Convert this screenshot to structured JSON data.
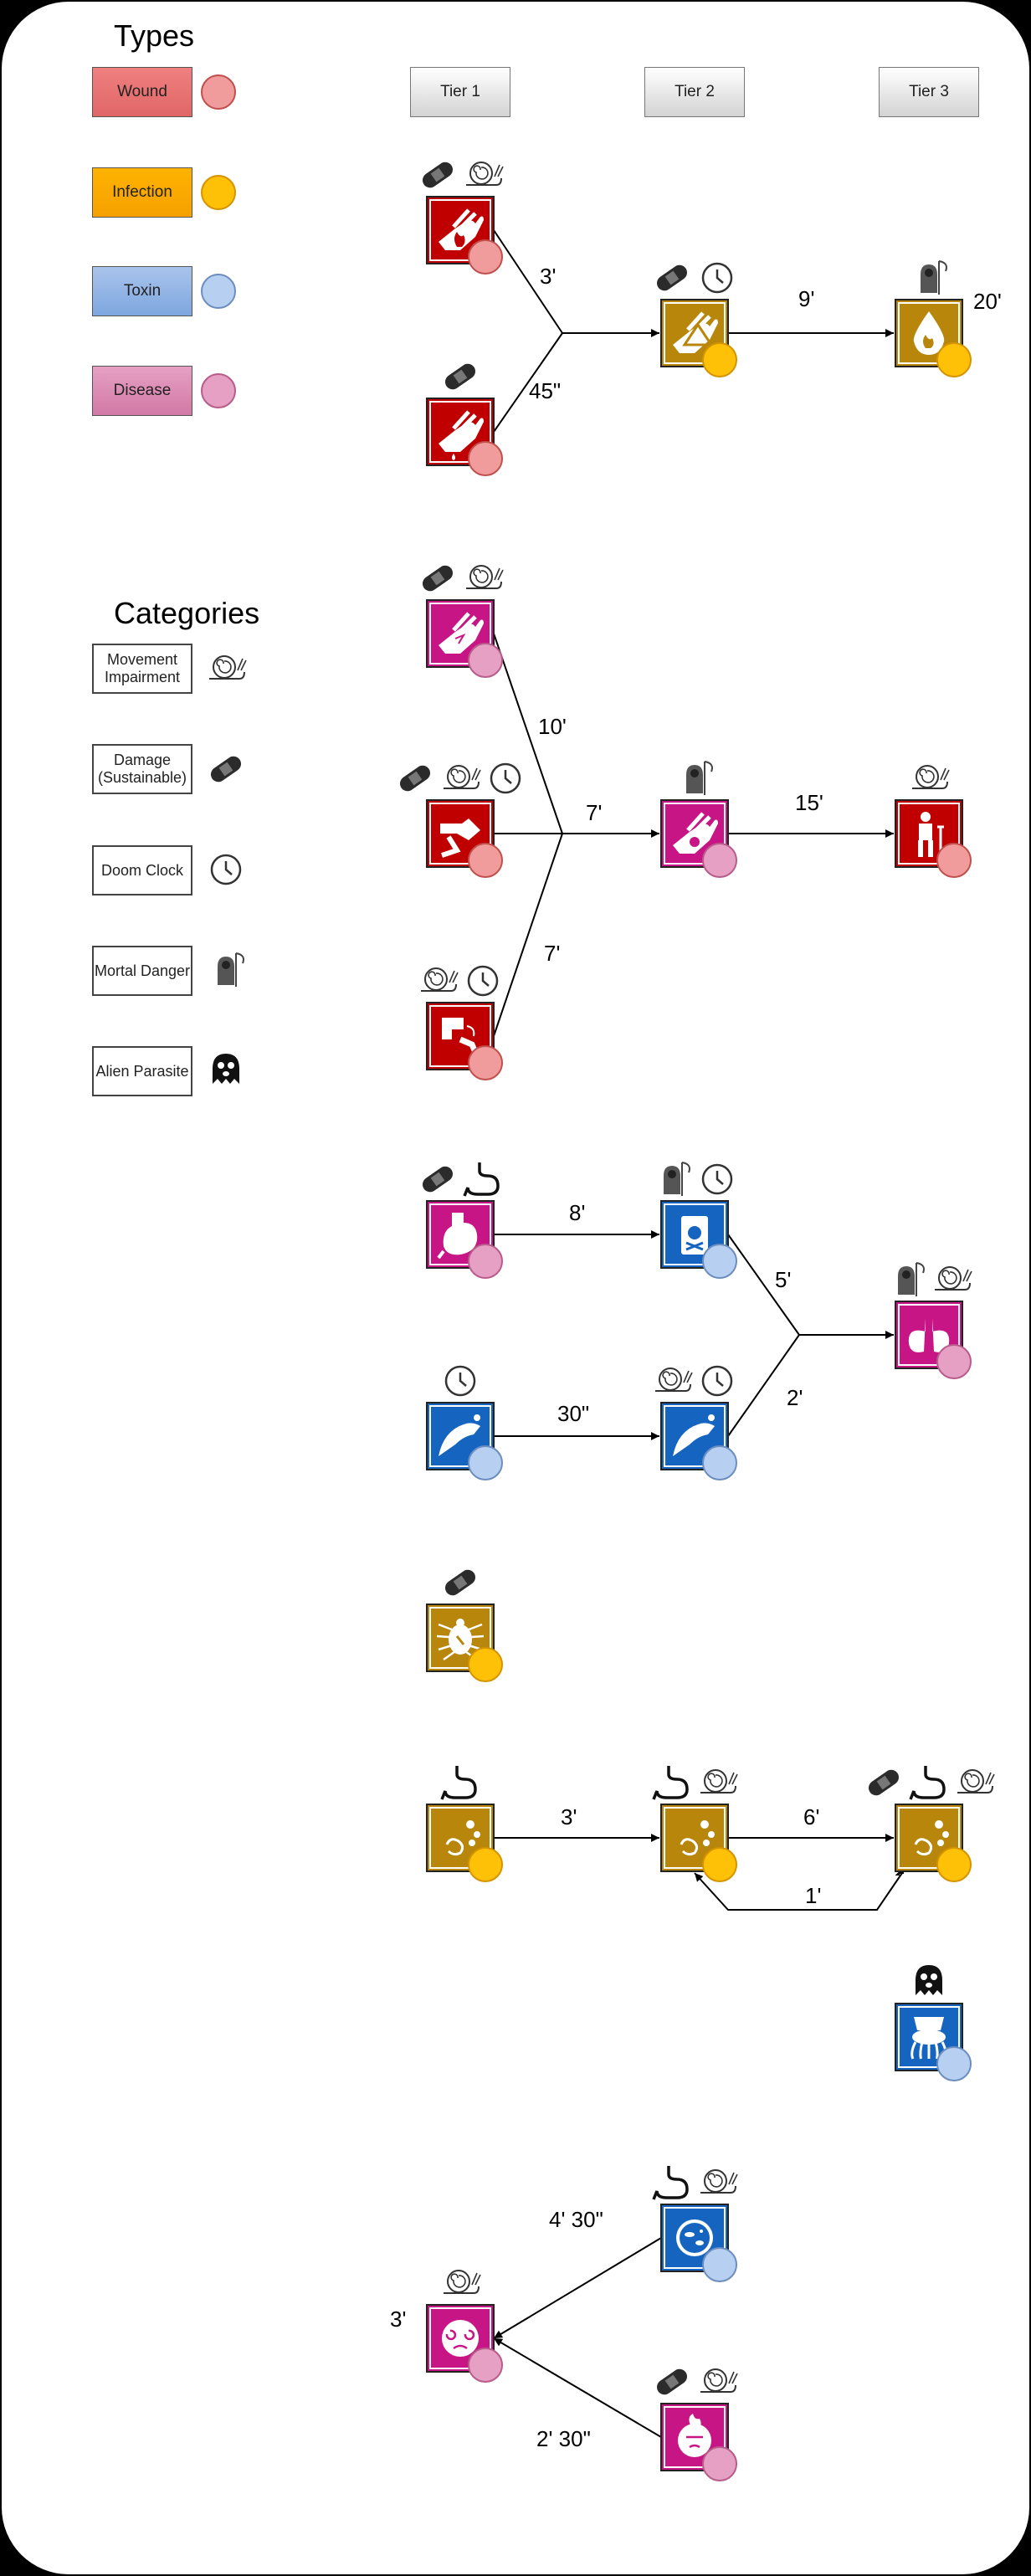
{
  "legend": {
    "types_heading": "Types",
    "categories_heading": "Categories",
    "types": [
      {
        "label": "Wound",
        "fill": "#f08080",
        "fill2": "#e06666",
        "dot": "#f19c9c",
        "dot_border": "#c0504d"
      },
      {
        "label": "Infection",
        "fill": "#ffb300",
        "fill2": "#f5a000",
        "dot": "#ffc107",
        "dot_border": "#d49400"
      },
      {
        "label": "Toxin",
        "fill": "#a9c4eb",
        "fill2": "#7ea6e0",
        "dot": "#b7cff0",
        "dot_border": "#6c8ebf"
      },
      {
        "label": "Disease",
        "fill": "#e6a0c4",
        "fill2": "#d279a6",
        "dot": "#e6a0c4",
        "dot_border": "#b85c8a"
      }
    ],
    "categories": [
      {
        "label": "Movement Impairment",
        "icon": "snail-icon"
      },
      {
        "label": "Damage (Sustainable)",
        "icon": "bandage-icon"
      },
      {
        "label": "Doom Clock",
        "icon": "clock-icon"
      },
      {
        "label": "Mortal Danger",
        "icon": "reaper-icon"
      },
      {
        "label": "Alien Parasite",
        "icon": "alien-parasite-icon"
      }
    ]
  },
  "tiers": [
    "Tier 1",
    "Tier 2",
    "Tier 3"
  ],
  "tile_colors": {
    "wound": "#c00000",
    "infection": "#b8860b",
    "toxin": "#1565c0",
    "disease": "#c71585"
  },
  "groups": [
    {
      "id": "bleeding",
      "nodes": [
        {
          "id": "burn-hand",
          "type": "wound",
          "glyph": "burn-hand-icon",
          "tags": [
            "bandage-icon",
            "snail-icon"
          ]
        },
        {
          "id": "bleeding-hand",
          "type": "wound",
          "glyph": "bleeding-hand-icon",
          "tags": [
            "bandage-icon"
          ]
        },
        {
          "id": "infected-hand",
          "type": "infection",
          "glyph": "infected-hand-icon",
          "tags": [
            "bandage-icon",
            "clock-icon"
          ]
        },
        {
          "id": "sepsis",
          "type": "infection",
          "glyph": "blood-drop-icon",
          "tags": [
            "reaper-icon"
          ]
        }
      ],
      "edges": [
        "3'",
        "45\"",
        "9'"
      ],
      "side_label": "20'"
    },
    {
      "id": "fracture",
      "nodes": [
        {
          "id": "hand-break",
          "type": "disease",
          "glyph": "hand-break-icon",
          "tags": [
            "bandage-icon",
            "snail-icon"
          ]
        },
        {
          "id": "arm-fracture",
          "type": "wound",
          "glyph": "arm-fracture-icon",
          "tags": [
            "bandage-icon",
            "snail-icon",
            "clock-icon"
          ]
        },
        {
          "id": "leg-fracture",
          "type": "wound",
          "glyph": "leg-fracture-icon",
          "tags": [
            "snail-icon",
            "clock-icon"
          ]
        },
        {
          "id": "poisoned-hand",
          "type": "disease",
          "glyph": "poisoned-hand-icon",
          "tags": [
            "reaper-icon"
          ]
        },
        {
          "id": "crippled",
          "type": "wound",
          "glyph": "crutch-person-icon",
          "tags": [
            "snail-icon"
          ]
        }
      ],
      "edges": [
        "10'",
        "7'",
        "7'",
        "15'"
      ]
    },
    {
      "id": "poisoning",
      "nodes": [
        {
          "id": "stomach",
          "type": "disease",
          "glyph": "stomach-icon",
          "tags": [
            "bandage-icon",
            "gut-icon"
          ]
        },
        {
          "id": "poison-bottle",
          "type": "toxin",
          "glyph": "poison-bottle-icon",
          "tags": [
            "reaper-icon",
            "clock-icon"
          ]
        },
        {
          "id": "snake-bite",
          "type": "toxin",
          "glyph": "snake-bite-icon",
          "tags": [
            "clock-icon"
          ]
        },
        {
          "id": "venom",
          "type": "toxin",
          "glyph": "venom-icon",
          "tags": [
            "snail-icon",
            "clock-icon"
          ]
        },
        {
          "id": "lungs",
          "type": "disease",
          "glyph": "lungs-icon",
          "tags": [
            "reaper-icon",
            "snail-icon"
          ]
        }
      ],
      "edges": [
        "8'",
        "30\"",
        "5'",
        "2'"
      ]
    },
    {
      "id": "tick",
      "nodes": [
        {
          "id": "tick-bite",
          "type": "infection",
          "glyph": "tick-icon",
          "tags": [
            "bandage-icon"
          ]
        }
      ],
      "edges": []
    },
    {
      "id": "gut-infection",
      "nodes": [
        {
          "id": "gut-1",
          "type": "infection",
          "glyph": "bacteria-icon",
          "tags": [
            "gut-icon"
          ]
        },
        {
          "id": "gut-2",
          "type": "infection",
          "glyph": "bacteria-icon",
          "tags": [
            "gut-icon",
            "snail-icon"
          ]
        },
        {
          "id": "gut-3",
          "type": "infection",
          "glyph": "bacteria-icon",
          "tags": [
            "bandage-icon",
            "gut-icon",
            "snail-icon"
          ]
        }
      ],
      "edges": [
        "3'",
        "6'",
        "1'"
      ]
    },
    {
      "id": "parasite",
      "nodes": [
        {
          "id": "alien",
          "type": "toxin",
          "glyph": "parasite-icon",
          "tags": [
            "alien-parasite-icon"
          ]
        }
      ],
      "edges": []
    },
    {
      "id": "dizziness",
      "nodes": [
        {
          "id": "dizzy",
          "type": "disease",
          "glyph": "dizzy-icon",
          "tags": [
            "snail-icon"
          ]
        },
        {
          "id": "microbe",
          "type": "toxin",
          "glyph": "microbe-icon",
          "tags": [
            "gut-icon",
            "snail-icon"
          ]
        },
        {
          "id": "head-wound",
          "type": "disease",
          "glyph": "head-injury-icon",
          "tags": [
            "bandage-icon",
            "snail-icon"
          ]
        }
      ],
      "edges": [
        "4' 30\"",
        "2' 30\""
      ],
      "side_label": "3'"
    }
  ]
}
